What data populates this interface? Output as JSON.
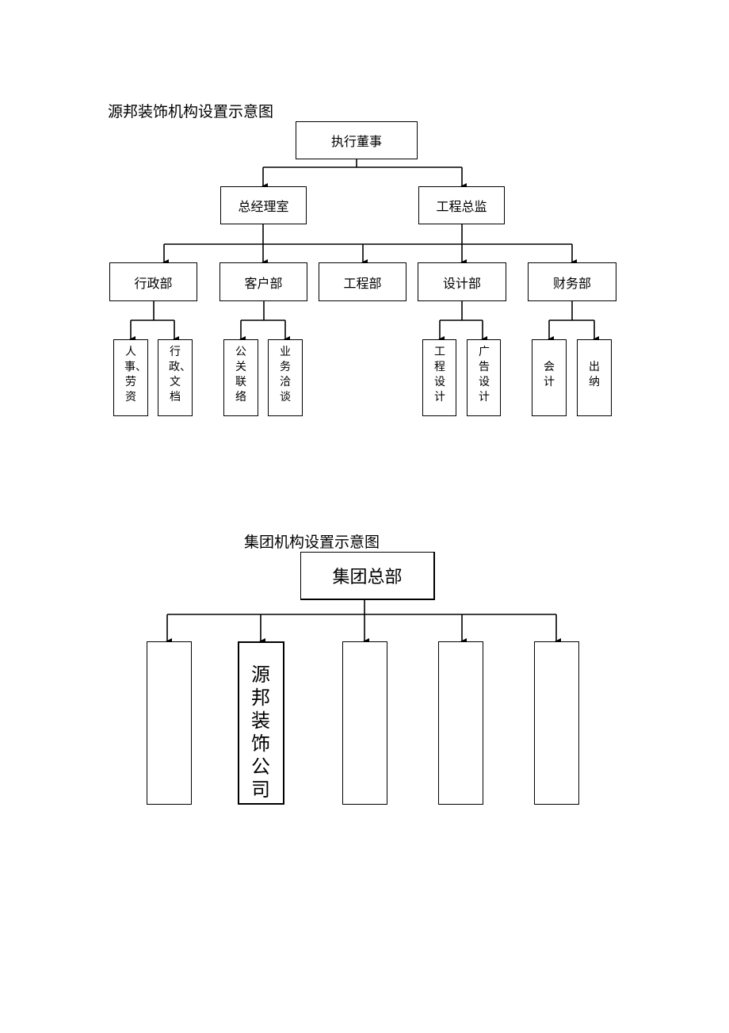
{
  "chart1": {
    "title": "源邦装饰机构设置示意图",
    "root": "执行董事",
    "level2": [
      "总经理室",
      "工程总监"
    ],
    "departments": [
      "行政部",
      "客户部",
      "工程部",
      "设计部",
      "财务部"
    ],
    "subunits": {
      "admin": [
        "人事、劳资",
        "行政、文档"
      ],
      "client": [
        "公关联络",
        "业务洽谈"
      ],
      "design": [
        "工程设计",
        "广告设计"
      ],
      "finance": [
        "会计",
        "出纳"
      ]
    }
  },
  "chart2": {
    "title": "集团机构设置示意图",
    "root": "集团总部",
    "subsidiaries": [
      "",
      "源邦装饰公司",
      "",
      "",
      ""
    ]
  }
}
